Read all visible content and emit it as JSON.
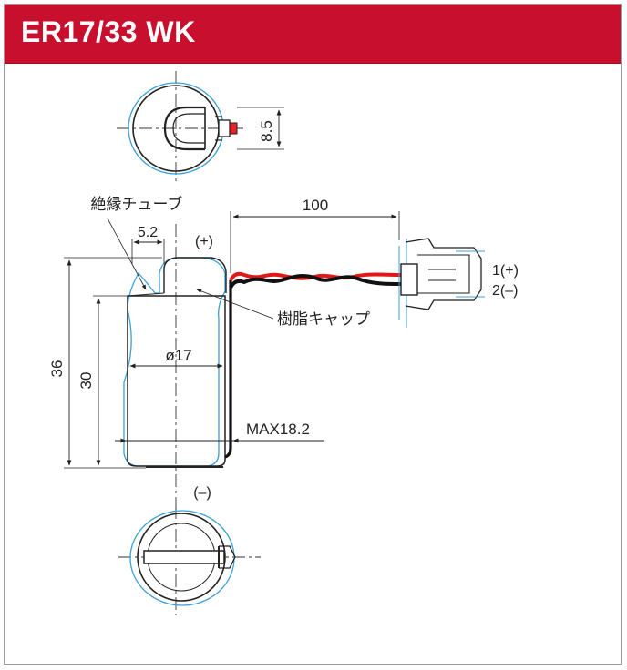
{
  "header": {
    "title": "ER17/33 WK"
  },
  "labels": {
    "insulation_tube": "絶縁チューブ",
    "resin_cap": "樹脂キャップ",
    "plus": "(+)",
    "minus": "(–)",
    "pin1": "1(+)",
    "pin2": "2(–)"
  },
  "dimensions": {
    "connector_height": "8.5",
    "lead_length": "100",
    "cap_width": "5.2",
    "total_height": "36",
    "body_height": "30",
    "diameter": "ø17",
    "max_width": "MAX18.2"
  },
  "colors": {
    "header": "#c8102e",
    "wire_red": "#e01818",
    "wire_black": "#111111",
    "outline_blue": "#3aa0d8",
    "centerline": "#333333",
    "connector_red": "#e8202a"
  }
}
